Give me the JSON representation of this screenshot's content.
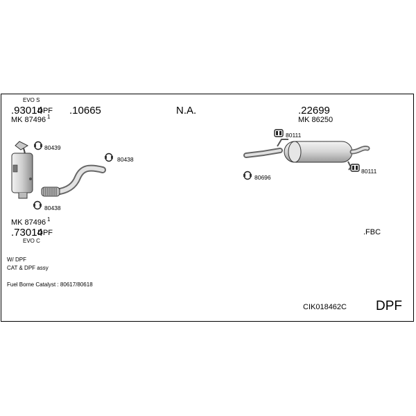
{
  "top_left": {
    "variant": "EVO S",
    "code": ".93014",
    "suffix": "DPF",
    "mk": "MK  87496",
    "mk_note": "1"
  },
  "codes": {
    "c10665": ".10665",
    "na": "N.A.",
    "c22699": ".22699",
    "mk86250": "MK  86250"
  },
  "clamps": {
    "c80439": "80439",
    "c80438a": "80438",
    "c80438b": "80438",
    "c80111a": "80111",
    "c80111b": "80111",
    "c80696": "80696"
  },
  "bottom_left": {
    "mk": "MK  87496",
    "mk_note": "1",
    "code": ".73014",
    "suffix": "DPF",
    "variant": "EVO C"
  },
  "fbc": ".FBC",
  "notes": {
    "line1": "W/ DPF",
    "line2": "CAT & DPF assy",
    "line3": "Fuel Borne Catalyst : 80617/80618"
  },
  "kit_id": "CIK018462C",
  "kit_type": "DPF"
}
